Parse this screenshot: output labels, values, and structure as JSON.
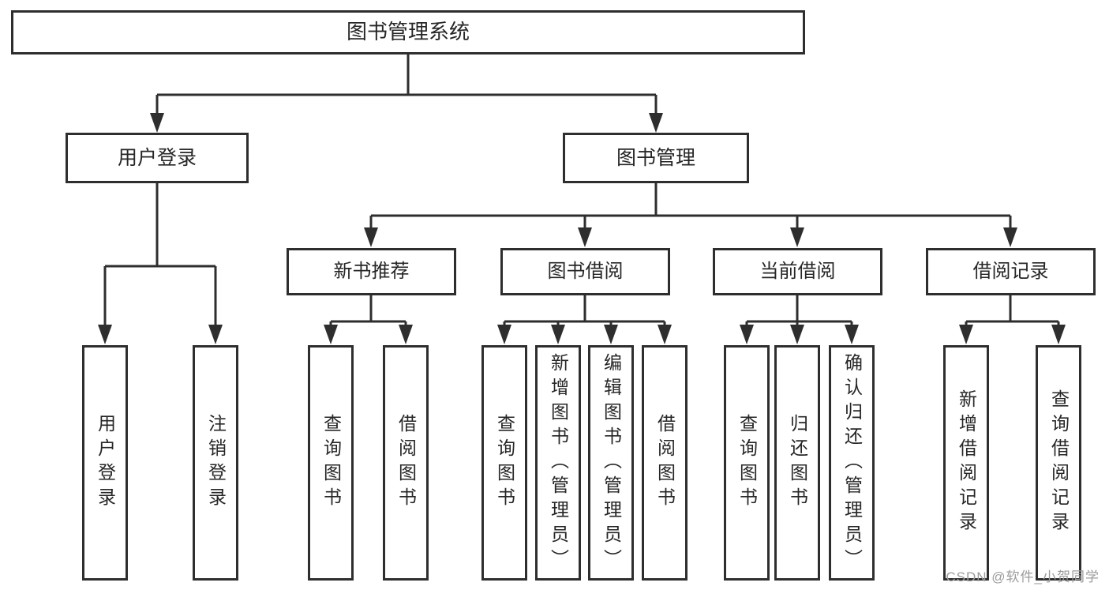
{
  "tree": {
    "label": "图书管理系统",
    "children": [
      {
        "label": "用户登录",
        "children": [
          {
            "label": "用户登录"
          },
          {
            "label": "注销登录"
          }
        ]
      },
      {
        "label": "图书管理",
        "children": [
          {
            "label": "新书推荐",
            "children": [
              {
                "label": "查询图书"
              },
              {
                "label": "借阅图书"
              }
            ]
          },
          {
            "label": "图书借阅",
            "children": [
              {
                "label": "查询图书"
              },
              {
                "label": "新增图书（管理员）"
              },
              {
                "label": "编辑图书（管理员）"
              },
              {
                "label": "借阅图书"
              }
            ]
          },
          {
            "label": "当前借阅",
            "children": [
              {
                "label": "查询图书"
              },
              {
                "label": "归还图书"
              },
              {
                "label": "确认归还（管理员）"
              }
            ]
          },
          {
            "label": "借阅记录",
            "children": [
              {
                "label": "新增借阅记录"
              },
              {
                "label": "查询借阅记录"
              }
            ]
          }
        ]
      }
    ]
  },
  "watermark": {
    "text": "CSDN @软件_小贺同学"
  },
  "colors": {
    "line": "#2e2e2e",
    "box_border": "#2e2e2e",
    "text": "#262626",
    "watermark": "#9c9c9c",
    "background": "#ffffff"
  }
}
